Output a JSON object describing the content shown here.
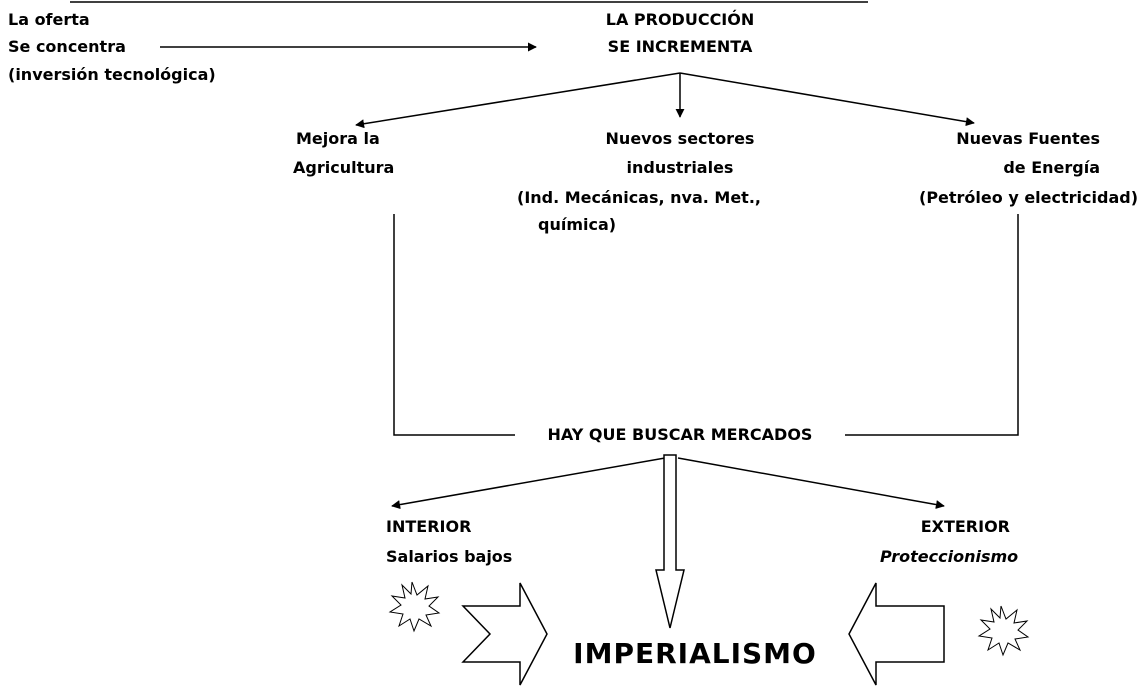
{
  "supply": {
    "line1": "La oferta",
    "line2": "Se concentra",
    "line3": "(inversión tecnológica)"
  },
  "production": {
    "line1": "LA PRODUCCIÓN",
    "line2": "SE INCREMENTA"
  },
  "agriculture": {
    "line1": "Mejora la",
    "line2": "Agricultura"
  },
  "industry": {
    "line1": "Nuevos sectores",
    "line2": "industriales",
    "line3": "(Ind. Mecánicas, nva. Met.,",
    "line4": "química)"
  },
  "energy": {
    "line1": "Nuevas Fuentes",
    "line2": "de Energía",
    "line3": "(Petróleo y electricidad)"
  },
  "markets": {
    "label": "HAY QUE BUSCAR MERCADOS"
  },
  "interior": {
    "line1": "INTERIOR",
    "line2": "Salarios bajos"
  },
  "exterior": {
    "line1": "EXTERIOR",
    "line2": "Proteccionismo"
  },
  "result": {
    "label": "IMPERIALISMO"
  }
}
